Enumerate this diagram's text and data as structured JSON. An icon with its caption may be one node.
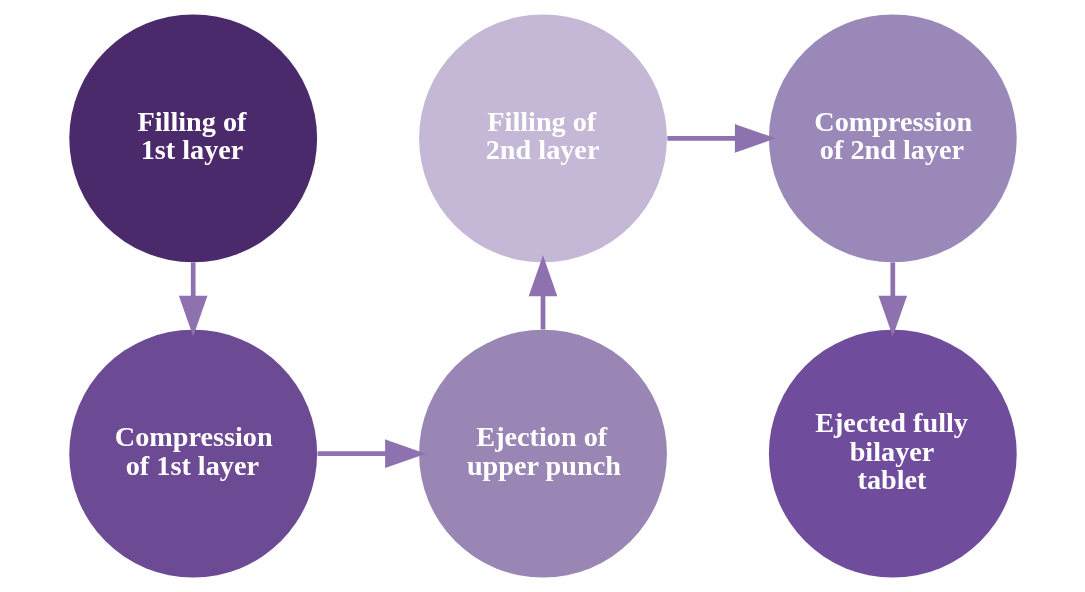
{
  "diagram": {
    "nodes": [
      {
        "text": [
          "Filling of 1st layer"
        ]
      },
      {
        "text": [
          "Compression of 1st layer"
        ]
      },
      {
        "text": [
          "Ejection of upper punch"
        ]
      },
      {
        "text": [
          "Filling of 2nd layer"
        ]
      },
      {
        "text": [
          "Compression of 2nd layer"
        ]
      },
      {
        "text": [
          "Ejected fully bilayer tablet"
        ]
      }
    ],
    "edges": [
      {
        "from": 0,
        "to": 1,
        "arrow": "to"
      },
      {
        "from": 1,
        "to": 2,
        "arrow": "to"
      },
      {
        "from": 2,
        "to": 3,
        "arrow": "to"
      },
      {
        "from": 3,
        "to": 4,
        "arrow": "to"
      },
      {
        "from": 4,
        "to": 5,
        "arrow": "to"
      }
    ]
  }
}
